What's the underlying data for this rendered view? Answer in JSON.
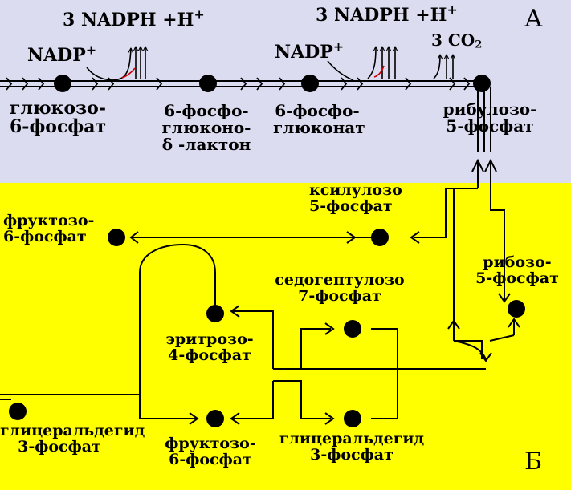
{
  "section_labels": {
    "top": "А",
    "bottom": "Б"
  },
  "cofactors": {
    "nadp_1": "NADP",
    "nadp_1_sup": "+",
    "nadph_1": "3 NADPH +H",
    "nadph_1_sup": "+",
    "nadp_2": "NADP",
    "nadp_2_sup": "+",
    "nadph_2": "3 NADPH +H",
    "nadph_2_sup": "+",
    "co2_prefix": "3 CO",
    "co2_sub": "2"
  },
  "metabolites": {
    "glucose6p": [
      "глюкозо-",
      "6-фосфат"
    ],
    "phosphogluconolactone": [
      "6-фосфо-",
      "глюконо-",
      "δ -лактон"
    ],
    "phosphogluconate": [
      "6-фосфо-",
      "глюконат"
    ],
    "ribulose5p": [
      "рибулозо-",
      "5-фосфат"
    ],
    "xylulose5p": [
      "ксилулозо",
      "5-фосфат"
    ],
    "fructose6p_top": [
      "фруктозо-",
      "6-фосфат"
    ],
    "ribose5p": [
      "рибозо-",
      "5-фосфат"
    ],
    "sedoheptulose7p": [
      "седогептулозо",
      "7-фосфат"
    ],
    "erythrose4p": [
      "эритрозо-",
      "4-фосфат"
    ],
    "glyceraldehyde3p_left": [
      "глицеральдегид",
      "3-фосфат"
    ],
    "fructose6p_bottom": [
      "фруктозо-",
      "6-фосфат"
    ],
    "glyceraldehyde3p_right": [
      "глицеральдегид",
      "3-фосфат"
    ]
  },
  "colors": {
    "top_background": "#dcdcf0",
    "bottom_background": "#ffff00",
    "ink": "#000000",
    "accent": "#cc0000"
  }
}
